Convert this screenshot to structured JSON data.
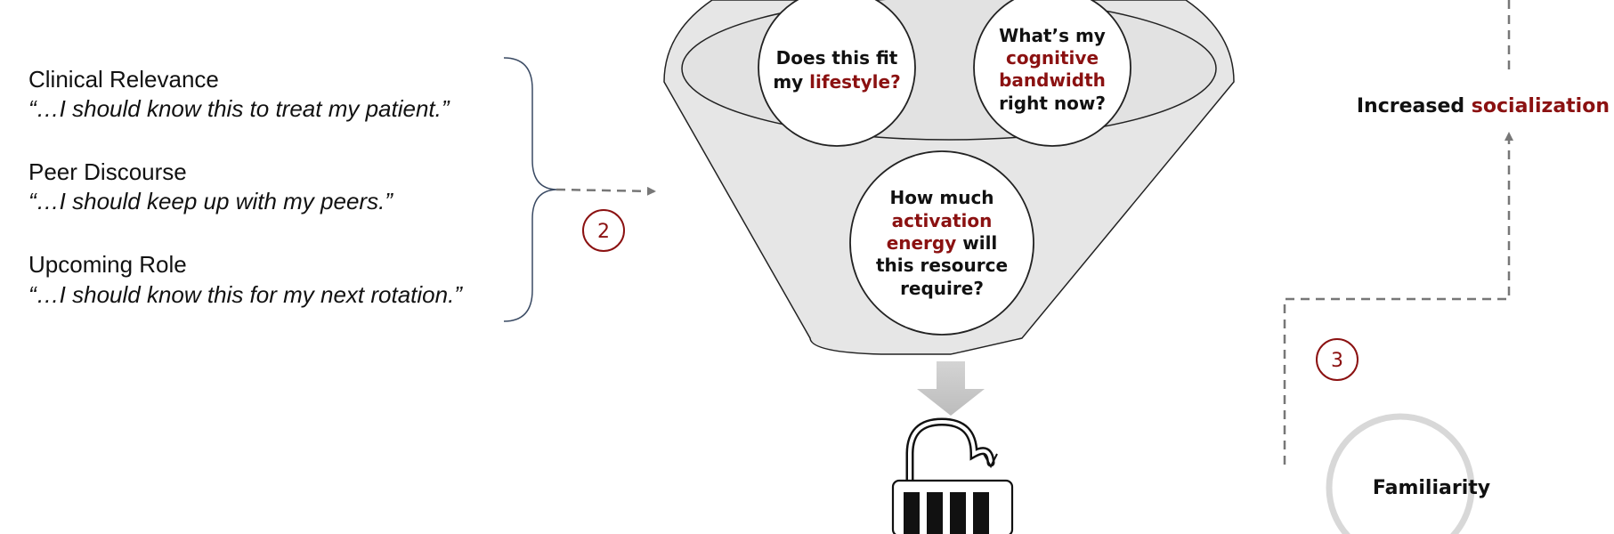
{
  "motivations": [
    {
      "title": "Clinical Relevance",
      "quote": "“…I should know this to treat my patient.”"
    },
    {
      "title": "Peer Discourse",
      "quote": "“…I should keep up with my peers.”"
    },
    {
      "title": "Upcoming Role",
      "quote": "“…I should know this for my next rotation.”"
    }
  ],
  "steps": {
    "step2": "2",
    "step3": "3"
  },
  "funnel_questions": {
    "lifestyle": {
      "line1": "Does this fit",
      "line2_plain": "my ",
      "line2_accent": "lifestyle?"
    },
    "bandwidth": {
      "line1": "What’s my",
      "line2_accent": "cognitive",
      "line3_accent": "bandwidth",
      "line4": "right now?"
    },
    "activation": {
      "line1": "How much",
      "line2_accent": "activation",
      "line3_accent": "energy",
      "line3_plain": " will",
      "line4": "this resource",
      "line5": "require?"
    }
  },
  "outcome": {
    "plain": "Increased ",
    "accent": "socialization"
  },
  "familiarity": "Familiarity",
  "colors": {
    "accent": "#8b1111",
    "funnel_fill": "#e6e6e6",
    "dashed": "#777777",
    "brace": "#3a4a63"
  }
}
